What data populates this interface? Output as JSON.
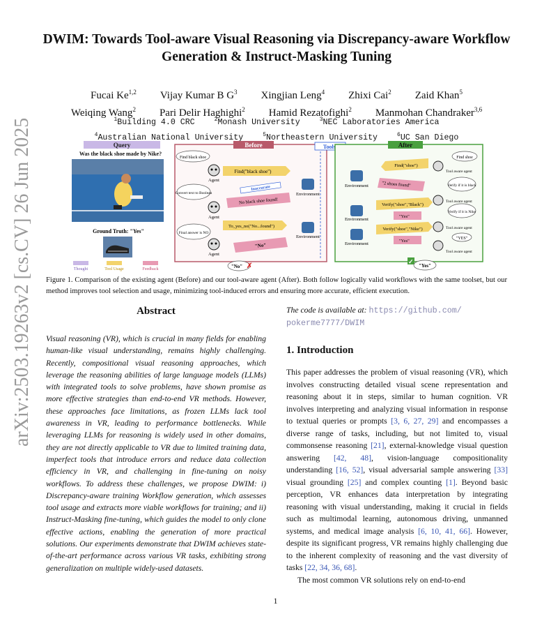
{
  "arxiv_stamp": "arXiv:2503.19263v2  [cs.CV]  26 Jun 2025",
  "title_line1": "DWIM: Towards Tool-aware Visual Reasoning via Discrepancy-aware Workflow",
  "title_line2": "Generation & Instruct-Masking Tuning",
  "authors_row1": [
    {
      "name": "Fucai Ke",
      "sup": "1,2"
    },
    {
      "name": "Vijay Kumar B G",
      "sup": "3"
    },
    {
      "name": "Xingjian Leng",
      "sup": "4"
    },
    {
      "name": "Zhixi Cai",
      "sup": "2"
    },
    {
      "name": "Zaid Khan",
      "sup": "5"
    }
  ],
  "authors_row2": [
    {
      "name": "Weiqing Wang",
      "sup": "2"
    },
    {
      "name": "Pari Delir Haghighi",
      "sup": "2"
    },
    {
      "name": "Hamid Rezatofighi",
      "sup": "2"
    },
    {
      "name": "Manmohan Chandraker",
      "sup": "3,6"
    }
  ],
  "affil_row1": [
    {
      "sup": "1",
      "name": "Building 4.0 CRC"
    },
    {
      "sup": "2",
      "name": "Monash University"
    },
    {
      "sup": "3",
      "name": "NEC Laboratories America"
    }
  ],
  "affil_row2": [
    {
      "sup": "4",
      "name": "Australian National University"
    },
    {
      "sup": "5",
      "name": "Northeastern University"
    },
    {
      "sup": "6",
      "name": "UC San Diego"
    }
  ],
  "figure": {
    "query_label": "Query",
    "question": "Was the black shoe made by Nike?",
    "ground_truth": "Ground Truth: \"Yes\"",
    "before_label": "Before",
    "toolset_label": "Toolset",
    "after_label": "After",
    "before_steps": [
      "Find black shoe",
      "Convert text to Boolean",
      "Final answer is NO"
    ],
    "agent_label": "Agent",
    "environment_label": "Environment",
    "before_calls": [
      "Find(\"black shoe\")",
      "No black shoe found!",
      "To_yes_no(\"No...found\")",
      "\"No\""
    ],
    "inaccurate_label": "Inaccurate",
    "before_result": "\"No\"",
    "after_steps": [
      "Find shoe",
      "Verify if it is black",
      "Verify if it is Nike"
    ],
    "tool_aware_label": "Tool aware agent",
    "after_calls": [
      "Find(\"shoe\")",
      "\"2 shoes found\"",
      "Verify(\"shoe\",\"Black\")",
      "\"Yes\"",
      "Verify(\"shoe\",\"Nike\")",
      "\"Yes\"",
      "\"YES\""
    ],
    "after_result": "\"Yes\"",
    "legend": [
      "Thought",
      "Tool Usage",
      "Feedback"
    ],
    "colors": {
      "before": "#b85a6a",
      "after": "#4aa03f",
      "toolset": "#2a5bd7",
      "tool_usage": "#f3d36b",
      "feedback": "#e89ab3",
      "thought": "#c9b8e6"
    }
  },
  "caption": "Figure 1. Comparison of the existing agent (Before) and our tool-aware agent (After). Both follow logically valid workflows with the same toolset, but our method improves tool selection and usage, minimizing tool-induced errors and ensuring more accurate, efficient execution.",
  "abstract_heading": "Abstract",
  "abstract": "Visual reasoning (VR), which is crucial in many fields for enabling human-like visual understanding, remains highly challenging. Recently, compositional visual reasoning approaches, which leverage the reasoning abilities of large language models (LLMs) with integrated tools to solve problems, have shown promise as more effective strategies than end-to-end VR methods. However, these approaches face limitations, as frozen LLMs lack tool awareness in VR, leading to performance bottlenecks. While leveraging LLMs for reasoning is widely used in other domains, they are not directly applicable to VR due to limited training data, imperfect tools that introduce errors and reduce data collection efficiency in VR, and challenging in fine-tuning on noisy workflows. To address these challenges, we propose DWIM: i) Discrepancy-aware training Workflow generation, which assesses tool usage and extracts more viable workflows for training; and ii) Instruct-Masking fine-tuning, which guides the model to only clone effective actions, enabling the generation of more practical solutions. Our experiments demonstrate that DWIM achieves state-of-the-art performance across various VR tasks, exhibiting strong generalization on multiple widely-used datasets.",
  "code_prefix": "The code is available at:",
  "code_url_1": "https://github.com/",
  "code_url_2": "pokerme7777/DWIM",
  "intro_heading": "1. Introduction",
  "intro_p1_parts": [
    "This paper addresses the problem of visual reasoning (VR), which involves constructing detailed visual scene representation and reasoning about it in steps, similar to human cognition. VR involves interpreting and analyzing visual information in response to textual queries or prompts ",
    "[3, 6, 27, 29]",
    " and encompasses a diverse range of tasks, including, but not limited to, visual commonsense reasoning ",
    "[21]",
    ", external-knowledge visual question answering ",
    "[42, 48]",
    ", vision-language compositionality understanding ",
    "[16, 52]",
    ", visual adversarial sample answering ",
    "[33]",
    " visual grounding ",
    "[25]",
    " and complex counting ",
    "[1]",
    ". Beyond basic perception, VR enhances data interpretation by integrating reasoning with visual understanding, making it crucial in fields such as multimodal learning, autonomous driving, unmanned systems, and medical image analysis ",
    "[6, 10, 41, 66]",
    ". However, despite its significant progress, VR remains highly challenging due to the inherent complexity of reasoning and the vast diversity of tasks ",
    "[22, 34, 36, 68]",
    "."
  ],
  "intro_p2": "The most common VR solutions rely on end-to-end",
  "page_number": "1"
}
